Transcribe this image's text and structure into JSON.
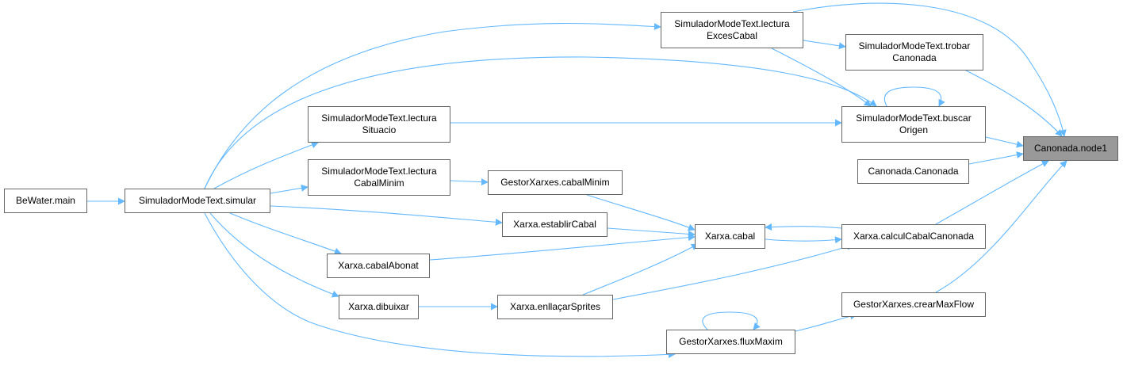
{
  "colors": {
    "edge": "#63b8ff",
    "node_border": "#666666",
    "focus_fill": "#999999"
  },
  "nodes": {
    "bewater_main": {
      "lines": [
        "BeWater.main"
      ]
    },
    "simular": {
      "lines": [
        "SimuladorModeText.simular"
      ]
    },
    "lectura_exces": {
      "lines": [
        "SimuladorModeText.lectura",
        "ExcesCabal"
      ]
    },
    "trobar": {
      "lines": [
        "SimuladorModeText.trobar",
        "Canonada"
      ]
    },
    "lectura_situacio": {
      "lines": [
        "SimuladorModeText.lectura",
        "Situacio"
      ]
    },
    "buscar": {
      "lines": [
        "SimuladorModeText.buscar",
        "Origen"
      ]
    },
    "lectura_cabalminim": {
      "lines": [
        "SimuladorModeText.lectura",
        "CabalMinim"
      ]
    },
    "gx_cabalminim": {
      "lines": [
        "GestorXarxes.cabalMinim"
      ]
    },
    "canonada_ctor": {
      "lines": [
        "Canonada.Canonada"
      ]
    },
    "node1": {
      "lines": [
        "Canonada.node1"
      ]
    },
    "establir": {
      "lines": [
        "Xarxa.establirCabal"
      ]
    },
    "cabal": {
      "lines": [
        "Xarxa.cabal"
      ]
    },
    "calcul": {
      "lines": [
        "Xarxa.calculCabalCanonada"
      ]
    },
    "abonat": {
      "lines": [
        "Xarxa.cabalAbonat"
      ]
    },
    "dibuixar": {
      "lines": [
        "Xarxa.dibuixar"
      ]
    },
    "enllacar": {
      "lines": [
        "Xarxa.enllaçarSprites"
      ]
    },
    "crearmaxflow": {
      "lines": [
        "GestorXarxes.crearMaxFlow"
      ]
    },
    "fluxmaxim": {
      "lines": [
        "GestorXarxes.fluxMaxim"
      ]
    }
  }
}
